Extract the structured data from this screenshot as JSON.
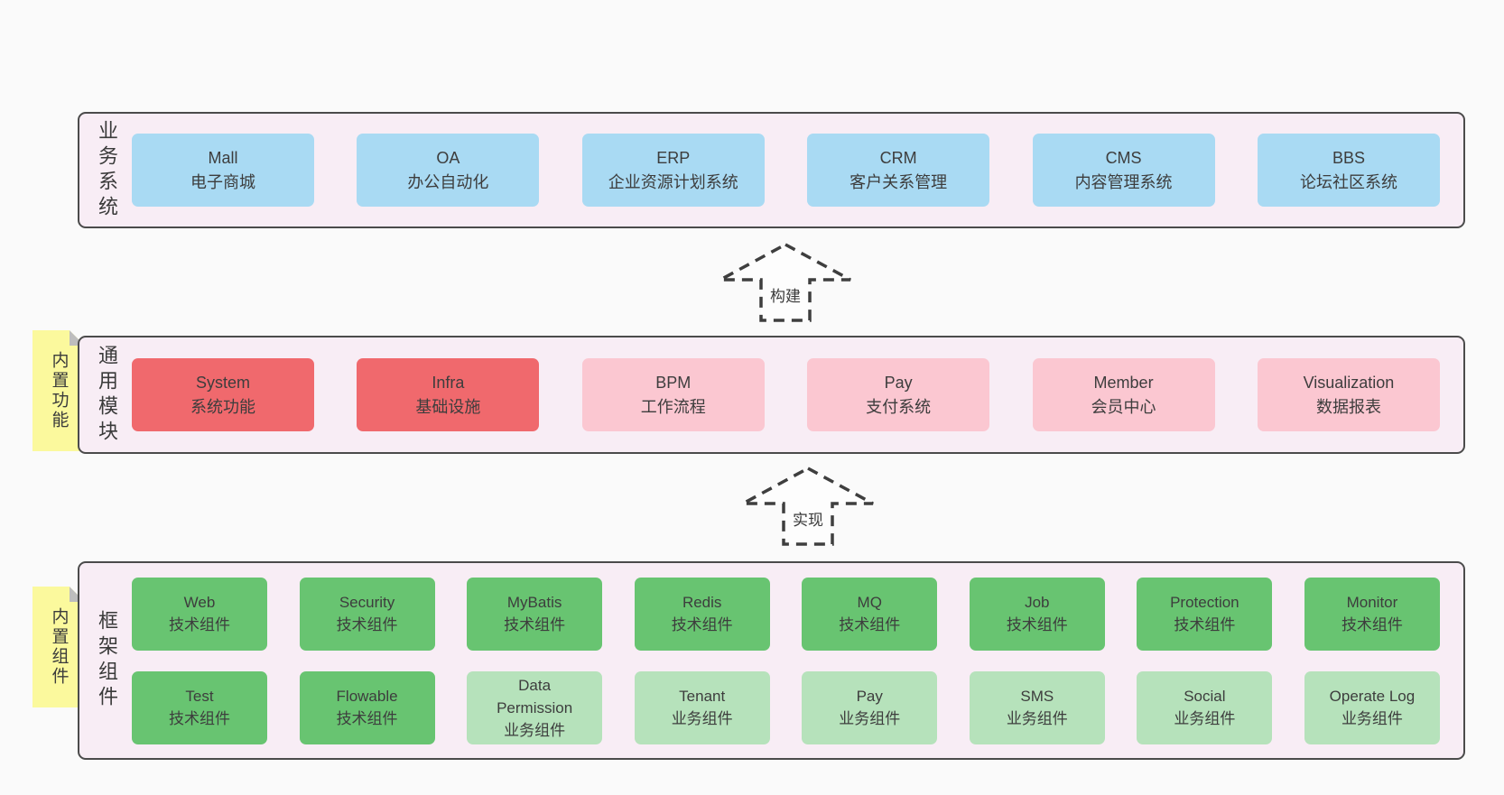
{
  "colors": {
    "page_bg": "#fafafa",
    "band_bg": "#f8edf5",
    "band_border": "#4b4b4b",
    "blue": "#a9daf3",
    "red": "#f0696d",
    "pink": "#fbc7d1",
    "green": "#68c471",
    "lightgreen": "#b6e2bb",
    "sticky_yellow": "#fbf99d",
    "sticky_fold": "#bdbdbd",
    "text": "#3d3d3d",
    "arrow_stroke": "#3e3e3e"
  },
  "arrows": [
    {
      "label": "构建"
    },
    {
      "label": "实现"
    }
  ],
  "stickies": [
    {
      "label": "内置功能"
    },
    {
      "label": "内置组件"
    }
  ],
  "bands": [
    {
      "side_label": "业务系统",
      "rows": [
        [
          {
            "name": "Mall",
            "desc": "电子商城",
            "type": "blue"
          },
          {
            "name": "OA",
            "desc": "办公自动化",
            "type": "blue"
          },
          {
            "name": "ERP",
            "desc": "企业资源计划系统",
            "type": "blue"
          },
          {
            "name": "CRM",
            "desc": "客户关系管理",
            "type": "blue"
          },
          {
            "name": "CMS",
            "desc": "内容管理系统",
            "type": "blue"
          },
          {
            "name": "BBS",
            "desc": "论坛社区系统",
            "type": "blue"
          }
        ]
      ]
    },
    {
      "side_label": "通用模块",
      "rows": [
        [
          {
            "name": "System",
            "desc": "系统功能",
            "type": "red"
          },
          {
            "name": "Infra",
            "desc": "基础设施",
            "type": "red"
          },
          {
            "name": "BPM",
            "desc": "工作流程",
            "type": "pink"
          },
          {
            "name": "Pay",
            "desc": "支付系统",
            "type": "pink"
          },
          {
            "name": "Member",
            "desc": "会员中心",
            "type": "pink"
          },
          {
            "name": "Visualization",
            "desc": "数据报表",
            "type": "pink"
          }
        ]
      ]
    },
    {
      "side_label": "框架组件",
      "rows": [
        [
          {
            "name": "Web",
            "desc": "技术组件",
            "type": "green"
          },
          {
            "name": "Security",
            "desc": "技术组件",
            "type": "green"
          },
          {
            "name": "MyBatis",
            "desc": "技术组件",
            "type": "green"
          },
          {
            "name": "Redis",
            "desc": "技术组件",
            "type": "green"
          },
          {
            "name": "MQ",
            "desc": "技术组件",
            "type": "green"
          },
          {
            "name": "Job",
            "desc": "技术组件",
            "type": "green"
          },
          {
            "name": "Protection",
            "desc": "技术组件",
            "type": "green"
          },
          {
            "name": "Monitor",
            "desc": "技术组件",
            "type": "green"
          }
        ],
        [
          {
            "name": "Test",
            "desc": "技术组件",
            "type": "green"
          },
          {
            "name": "Flowable",
            "desc": "技术组件",
            "type": "green"
          },
          {
            "name": "Data\nPermission",
            "desc": "业务组件",
            "type": "lightgreen"
          },
          {
            "name": "Tenant",
            "desc": "业务组件",
            "type": "lightgreen"
          },
          {
            "name": "Pay",
            "desc": "业务组件",
            "type": "lightgreen"
          },
          {
            "name": "SMS",
            "desc": "业务组件",
            "type": "lightgreen"
          },
          {
            "name": "Social",
            "desc": "业务组件",
            "type": "lightgreen"
          },
          {
            "name": "Operate Log",
            "desc": "业务组件",
            "type": "lightgreen"
          }
        ]
      ]
    }
  ]
}
